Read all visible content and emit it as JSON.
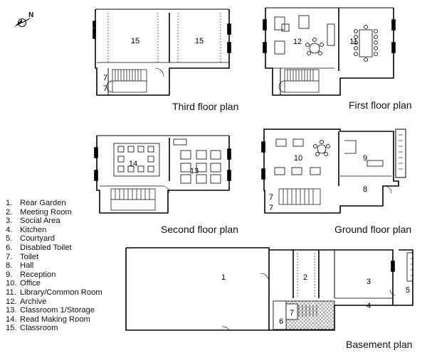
{
  "compass": {
    "label": "N"
  },
  "captions": {
    "third": "Third floor plan",
    "first": "First floor plan",
    "second": "Second floor plan",
    "ground": "Ground floor plan",
    "basement": "Basement plan"
  },
  "rooms": {
    "third_a": "15",
    "third_b": "15",
    "third_toilet_a": "7",
    "third_toilet_b": "7",
    "first_a": "12",
    "first_b": "11",
    "second_a": "14",
    "second_b": "13",
    "ground_a": "10",
    "ground_b": "9",
    "ground_c": "8",
    "ground_toilet_a": "7",
    "ground_toilet_b": "7",
    "basement_a": "1",
    "basement_b": "2",
    "basement_c": "3",
    "basement_d": "4",
    "basement_e": "5",
    "basement_f": "6",
    "basement_g": "7"
  },
  "legend": [
    {
      "num": "1.",
      "label": "Rear Garden"
    },
    {
      "num": "2.",
      "label": "Meeting Room"
    },
    {
      "num": "3.",
      "label": "Social Area"
    },
    {
      "num": "4.",
      "label": "Kitchen"
    },
    {
      "num": "5.",
      "label": "Courtyard"
    },
    {
      "num": "6.",
      "label": "Disabled Toilet"
    },
    {
      "num": "7.",
      "label": "Toilet"
    },
    {
      "num": "8.",
      "label": "Hall"
    },
    {
      "num": "9.",
      "label": "Reception"
    },
    {
      "num": "10.",
      "label": "Office"
    },
    {
      "num": "11.",
      "label": "Library/Common Room"
    },
    {
      "num": "12.",
      "label": "Archive"
    },
    {
      "num": "13.",
      "label": "Classroom 1/Storage"
    },
    {
      "num": "14.",
      "label": "Read Making Room"
    },
    {
      "num": "15.",
      "label": "Classroom"
    }
  ]
}
